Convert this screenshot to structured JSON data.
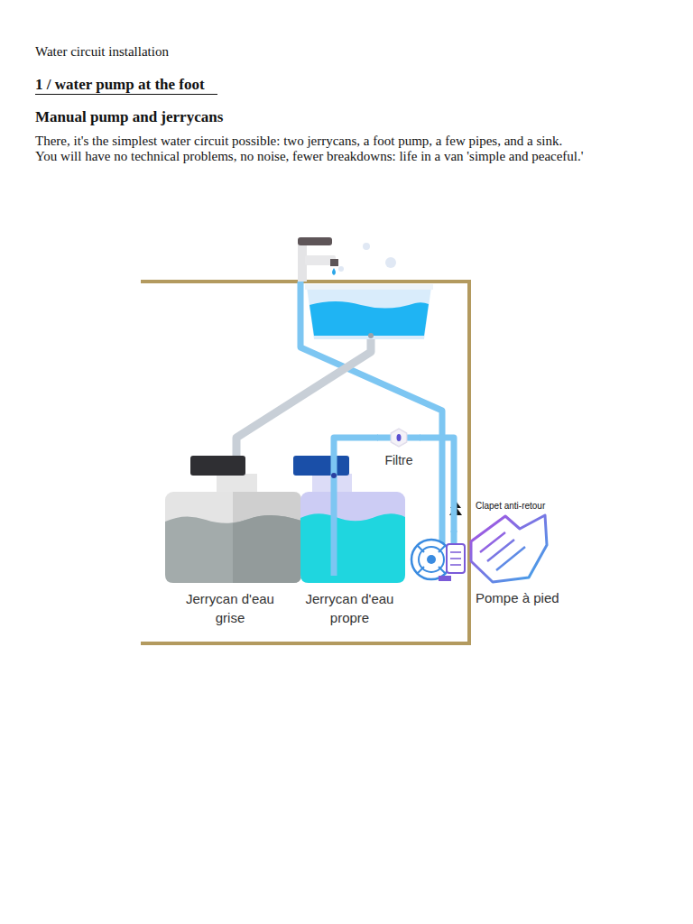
{
  "diagram": {
    "title": "Water circuit installation",
    "nodes": [
      {
        "text": [
          "Jerrycan d'eau grise"
        ]
      },
      {
        "text": [
          "Jerrycan d'eau propre"
        ]
      },
      {
        "text": [
          "Filtre"
        ]
      },
      {
        "text": [
          "Pompe à pied"
        ]
      }
    ],
    "edges": [
      {
        "from": 1,
        "to": 2,
        "arrow": "none"
      },
      {
        "from": 2,
        "to": 3,
        "arrow": "none"
      }
    ],
    "labels": [
      "1 / water pump at the foot",
      "Manual pump and jerrycans",
      "There, it's the simplest water circuit possible: two jerrycans, a foot pump, a few pipes, and a sink.",
      "You will have no technical problems, no noise, fewer breakdowns: life in a van 'simple and peaceful.'",
      "Clapet anti-retour"
    ]
  }
}
